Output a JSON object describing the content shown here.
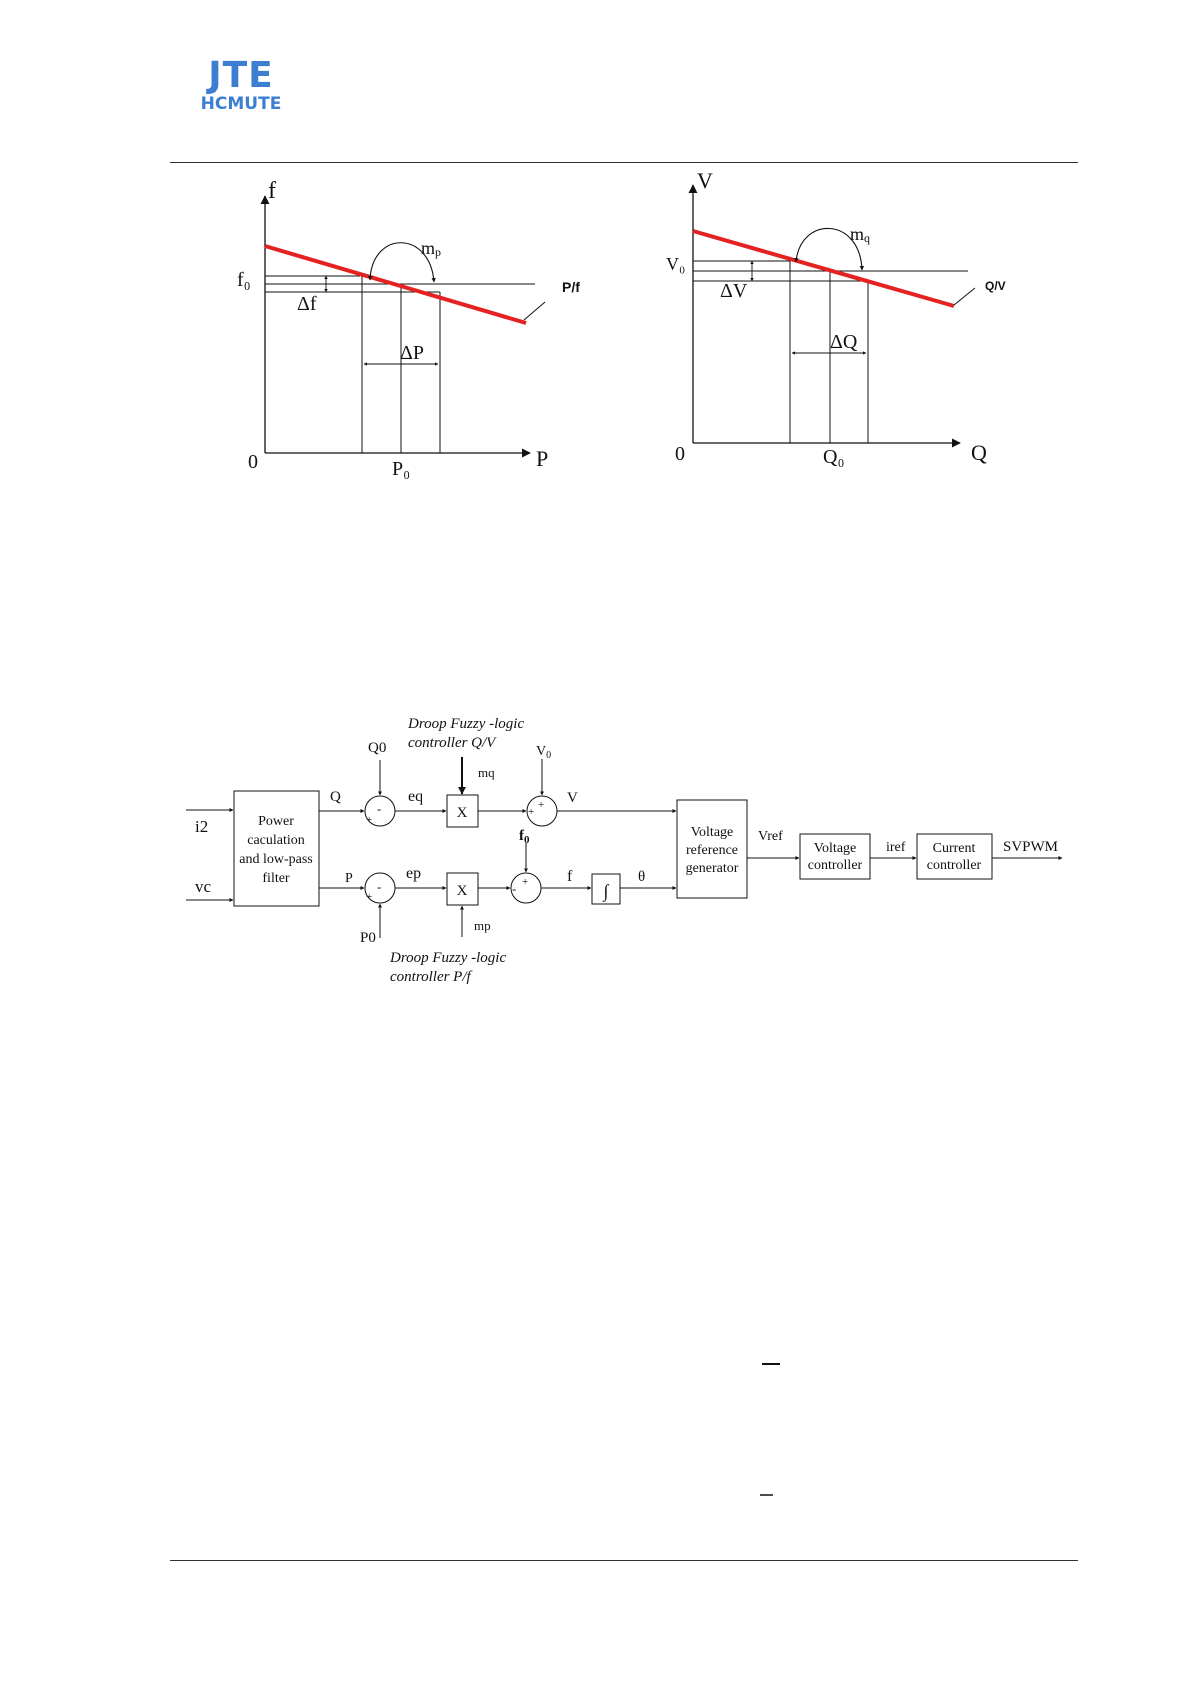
{
  "header": {
    "logo_line1": "JTE",
    "logo_line2": "HCMUTE"
  },
  "figure_pf": {
    "y_axis": "f",
    "x_axis": "P",
    "origin": "0",
    "nominal_y": "f₀",
    "nominal_x": "P₀",
    "delta_y": "Δf",
    "delta_x": "ΔP",
    "slope": "m",
    "slope_sub": "p",
    "curve": "P/f"
  },
  "figure_qv": {
    "y_axis": "V",
    "x_axis": "Q",
    "origin": "0",
    "nominal_y": "V₀",
    "nominal_x": "Q₀",
    "delta_y": "ΔV",
    "delta_x": "ΔQ",
    "slope": "m",
    "slope_sub": "q",
    "curve": "Q/V"
  },
  "block_diagram": {
    "inputs": [
      "i2",
      "vc"
    ],
    "power_block": [
      "Power",
      "caculation",
      "and low-pass",
      "filter"
    ],
    "signals": {
      "q": "Q",
      "p": "P",
      "q0": "Q0",
      "p0": "P0",
      "eq": "eq",
      "ep": "ep",
      "mq": "mq",
      "mp": "mp",
      "v0": "V",
      "v0_sub": "0",
      "f0": "f",
      "f0_sub": "0",
      "v": "V",
      "f": "f",
      "theta": "θ",
      "vref": "Vref",
      "iref": "iref",
      "out": "SVPWM"
    },
    "multiplier": "X",
    "integrator": "∫",
    "qv_caption": [
      "Droop Fuzzy -logic",
      "controller Q/V"
    ],
    "pf_caption": [
      "Droop Fuzzy -logic",
      "controller P/f"
    ],
    "vref_block": [
      "Voltage",
      "reference",
      "generator"
    ],
    "vctrl_block": [
      "Voltage",
      "controller"
    ],
    "ictrl_block": [
      "Current",
      "controller"
    ]
  }
}
